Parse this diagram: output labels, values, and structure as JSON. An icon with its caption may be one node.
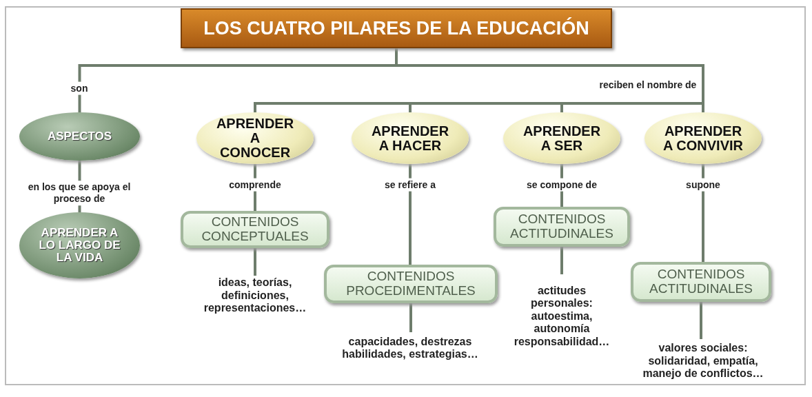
{
  "diagram": {
    "nodes": [
      {
        "text": [
          "LOS CUATRO PILARES DE LA EDUCACIÓN"
        ]
      },
      {
        "text": [
          "ASPECTOS"
        ]
      },
      {
        "text": [
          "APRENDER A LO LARGO DE LA VIDA"
        ]
      },
      {
        "text": [
          "APRENDER A CONOCER"
        ]
      },
      {
        "text": [
          "APRENDER A HACER"
        ]
      },
      {
        "text": [
          "APRENDER A SER"
        ]
      },
      {
        "text": [
          "APRENDER A CONVIVIR"
        ]
      },
      {
        "text": [
          "CONTENIDOS CONCEPTUALES"
        ]
      },
      {
        "text": [
          "ideas, teorías, definiciones, representaciones…"
        ]
      },
      {
        "text": [
          "CONTENIDOS PROCEDIMENTALES"
        ]
      },
      {
        "text": [
          "capacidades, destrezas habilidades, estrategias…"
        ]
      },
      {
        "text": [
          "CONTENIDOS ACTITUDINALES"
        ]
      },
      {
        "text": [
          "actitudes personales: autoestima, autonomía responsabilidad…"
        ]
      },
      {
        "text": [
          "CONTENIDOS ACTITUDINALES"
        ]
      },
      {
        "text": [
          "valores sociales: solidaridad, empatía, manejo de conflictos…"
        ]
      }
    ],
    "edges": [
      {
        "from": 0,
        "to": 1,
        "arrow": "none",
        "label": "son"
      },
      {
        "from": 0,
        "to": 3,
        "arrow": "none",
        "label": "reciben el nombre de"
      },
      {
        "from": 0,
        "to": 4,
        "arrow": "none"
      },
      {
        "from": 0,
        "to": 5,
        "arrow": "none"
      },
      {
        "from": 0,
        "to": 6,
        "arrow": "none"
      },
      {
        "from": 1,
        "to": 2,
        "arrow": "none",
        "label": "en los que se apoya el proceso de"
      },
      {
        "from": 3,
        "to": 7,
        "arrow": "none",
        "label": "comprende"
      },
      {
        "from": 7,
        "to": 8,
        "arrow": "none"
      },
      {
        "from": 4,
        "to": 9,
        "arrow": "none",
        "label": "se refiere a"
      },
      {
        "from": 9,
        "to": 10,
        "arrow": "none"
      },
      {
        "from": 5,
        "to": 11,
        "arrow": "none",
        "label": "se compone de"
      },
      {
        "from": 11,
        "to": 12,
        "arrow": "none"
      },
      {
        "from": 6,
        "to": 13,
        "arrow": "none",
        "label": "supone"
      },
      {
        "from": 13,
        "to": 14,
        "arrow": "none"
      }
    ]
  }
}
